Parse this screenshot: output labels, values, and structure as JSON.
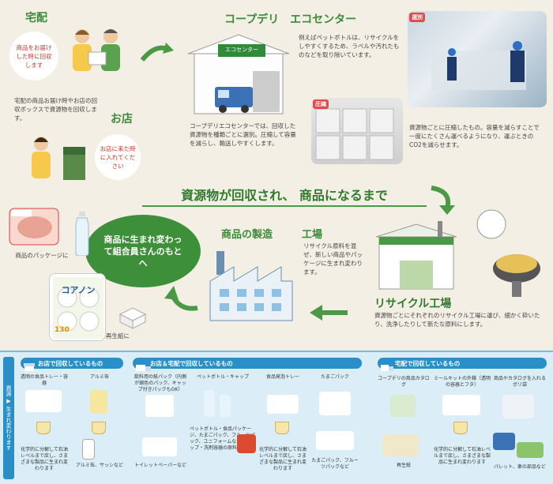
{
  "sections": {
    "home_delivery": {
      "title": "宅配",
      "bubble": "商品をお届けした時に回収します",
      "desc": "宅配の商品お届け時やお店の回収ボックスで資源物を回収します。"
    },
    "store": {
      "title": "お店",
      "bubble": "お店に来た時に入れてください"
    },
    "eco_center": {
      "title": "コープデリ　エコセンター",
      "building_sign": "エコセンター",
      "desc": "コープデリエコセンターでは、回収した資源物を種類ごとに選別。圧縮して容量を減らし、輸送しやすくします。"
    },
    "sorting": {
      "tag": "選別",
      "desc": "例えばペットボトルは、リサイクルをしやすくするため、ラベルや汚れたものなどを取り除いています。"
    },
    "compress": {
      "tag": "圧縮",
      "desc": "資源物ごとに圧縮したもの。容量を減らすことで一度にたくさん運べるようになり、運ぶときのCO2を減らせます。"
    },
    "banner": "資源物が回収され、 商品になるまで",
    "recycle_factory": {
      "title": "リサイクル工場",
      "desc": "資源物ごとにそれぞれのリサイクル工場に運び、細かく砕いたり、洗浄したりして新たな原料にします。"
    },
    "factory": {
      "title": "工場",
      "desc": "リサイクル原料を混ぜ、新しい商品やパッケージに生まれ変わります。"
    },
    "manufacturing": {
      "title": "商品の製造"
    },
    "reborn": {
      "circle": "商品に生まれ変わって組合員さんのもとへ",
      "package_label": "商品のパッケージに",
      "paper_label": "再生紙に",
      "roll_label": "コアノン",
      "roll_count": "130"
    }
  },
  "bottom": {
    "side_label": "資源 ▶ 生まれ変わります",
    "groups": [
      {
        "title": "お店で回収しているもの",
        "items": [
          {
            "name": "透明の食品トレー・容器",
            "result": "化学的に分解して石油レベルまで戻し、さまざまな製品に生まれ変わります"
          },
          {
            "name": "アルミ缶",
            "result": "アルミ缶、サッシなど"
          }
        ]
      },
      {
        "title": "お店＆宅配で回収しているもの",
        "items": [
          {
            "name": "飲料用の紙パック（内側が銀色のパック、キャップ付きパックもOK）",
            "result": "トイレットペーパーなど"
          },
          {
            "name": "ペットボトル・キャップ",
            "result": "ペットボトル・食品パッケージ、たまごパック、フルーツパック、ユニフォームなど　キャップ・洗剤容器の原料"
          },
          {
            "name": "食品発泡トレー",
            "result": "化学的に分解して石油レベルまで戻し、さまざまな製品に生まれ変わります"
          },
          {
            "name": "たまごパック",
            "result": "たまごパック、フルーツパックなど"
          }
        ]
      },
      {
        "title": "宅配で回収しているもの",
        "items": [
          {
            "name": "コープデリの商品カタログ",
            "result": "再生紙"
          },
          {
            "name": "ミールキットの外箱（透明の容器とフタ）",
            "result": "化学的に分解して石油レベルまで戻し、さまざまな製品に生まれ変わります"
          },
          {
            "name": "商品やカタログを入れるポリ袋",
            "result": "パレット、車の部品など"
          }
        ]
      }
    ]
  }
}
